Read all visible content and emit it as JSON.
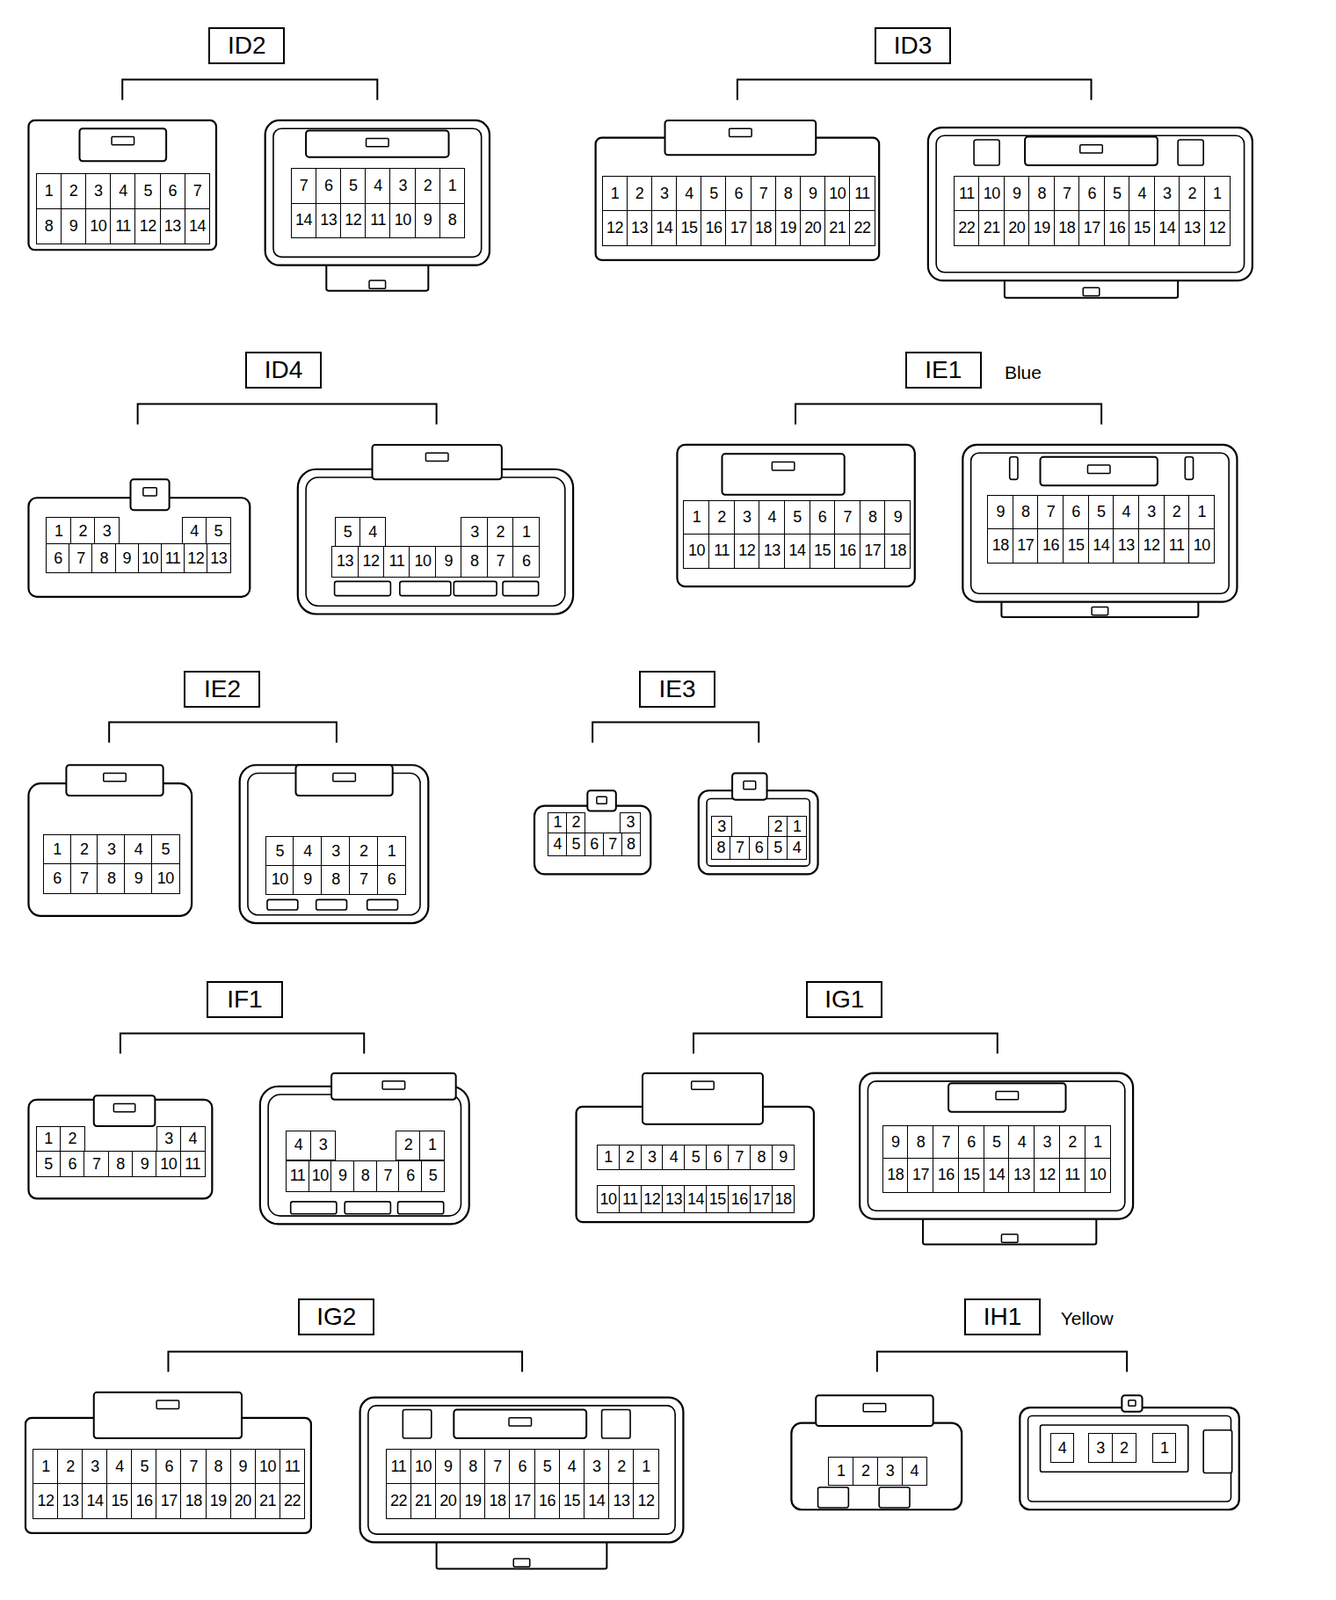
{
  "diagram": {
    "nodes": [
      {
        "text": [
          "ID2"
        ]
      },
      {
        "text": [
          "ID3"
        ]
      },
      {
        "text": [
          "ID4"
        ]
      },
      {
        "text": [
          "IE1"
        ]
      },
      {
        "text": [
          "IE2"
        ]
      },
      {
        "text": [
          "IE3"
        ]
      },
      {
        "text": [
          "IF1"
        ]
      },
      {
        "text": [
          "IG1"
        ]
      },
      {
        "text": [
          "IG2"
        ]
      },
      {
        "text": [
          "IH1"
        ]
      }
    ],
    "labels": [
      "1",
      "2",
      "3",
      "4",
      "5",
      "6",
      "7",
      "8",
      "9",
      "10",
      "11",
      "12",
      "13",
      "14",
      "7",
      "6",
      "5",
      "4",
      "3",
      "2",
      "1",
      "14",
      "13",
      "12",
      "11",
      "10",
      "9",
      "8",
      "1",
      "2",
      "3",
      "4",
      "5",
      "6",
      "7",
      "8",
      "9",
      "10",
      "11",
      "12",
      "13",
      "14",
      "15",
      "16",
      "17",
      "18",
      "19",
      "20",
      "21",
      "22",
      "11",
      "10",
      "9",
      "8",
      "7",
      "6",
      "5",
      "4",
      "3",
      "2",
      "1",
      "22",
      "21",
      "20",
      "19",
      "18",
      "17",
      "16",
      "15",
      "14",
      "13",
      "12",
      "1",
      "2",
      "3",
      "4",
      "5",
      "6",
      "7",
      "8",
      "9",
      "10",
      "11",
      "12",
      "13",
      "5",
      "4",
      "3",
      "2",
      "1",
      "13",
      "12",
      "11",
      "10",
      "9",
      "8",
      "7",
      "6",
      "Blue",
      "1",
      "2",
      "3",
      "4",
      "5",
      "6",
      "7",
      "8",
      "9",
      "10",
      "11",
      "12",
      "13",
      "14",
      "15",
      "16",
      "17",
      "18",
      "9",
      "8",
      "7",
      "6",
      "5",
      "4",
      "3",
      "2",
      "1",
      "18",
      "17",
      "16",
      "15",
      "14",
      "13",
      "12",
      "11",
      "10",
      "1",
      "2",
      "3",
      "4",
      "5",
      "6",
      "7",
      "8",
      "9",
      "10",
      "5",
      "4",
      "3",
      "2",
      "1",
      "10",
      "9",
      "8",
      "7",
      "6",
      "1",
      "2",
      "3",
      "4",
      "5",
      "6",
      "7",
      "8",
      "3",
      "2",
      "1",
      "8",
      "7",
      "6",
      "5",
      "4",
      "1",
      "2",
      "3",
      "4",
      "5",
      "6",
      "7",
      "8",
      "9",
      "10",
      "11",
      "4",
      "3",
      "2",
      "1",
      "11",
      "10",
      "9",
      "8",
      "7",
      "6",
      "5",
      "1",
      "2",
      "3",
      "4",
      "5",
      "6",
      "7",
      "8",
      "9",
      "10",
      "11",
      "12",
      "13",
      "14",
      "15",
      "16",
      "17",
      "18",
      "9",
      "8",
      "7",
      "6",
      "5",
      "4",
      "3",
      "2",
      "1",
      "18",
      "17",
      "16",
      "15",
      "14",
      "13",
      "12",
      "11",
      "10",
      "1",
      "2",
      "3",
      "4",
      "5",
      "6",
      "7",
      "8",
      "9",
      "10",
      "11",
      "12",
      "13",
      "14",
      "15",
      "16",
      "17",
      "18",
      "19",
      "20",
      "21",
      "22",
      "11",
      "10",
      "9",
      "8",
      "7",
      "6",
      "5",
      "4",
      "3",
      "2",
      "1",
      "22",
      "21",
      "20",
      "19",
      "18",
      "17",
      "16",
      "15",
      "14",
      "13",
      "12",
      "Yellow",
      "1",
      "2",
      "3",
      "4",
      "4",
      "3",
      "2",
      "1"
    ]
  }
}
